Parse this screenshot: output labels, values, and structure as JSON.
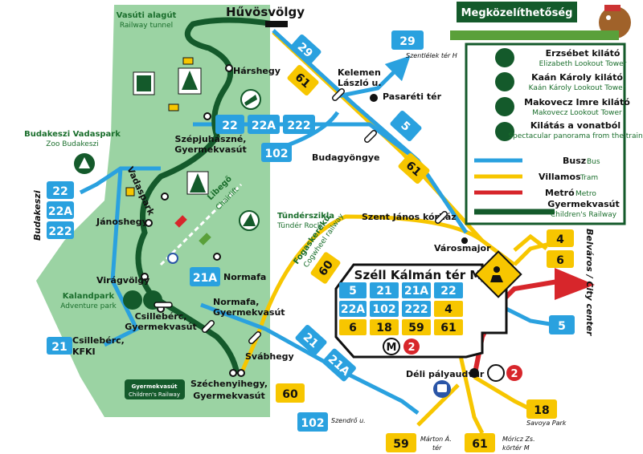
{
  "legend": {
    "title": "Megközelíthetőség",
    "items": [
      {
        "hu": "Erzsébet kilátó",
        "en": "Elizabeth Lookout Tower"
      },
      {
        "hu": "Kaán Károly kilátó",
        "en": "Kaán Károly Lookout Tower"
      },
      {
        "hu": "Makovecz Imre kilátó",
        "en": "Makovecz Lookout Tower"
      },
      {
        "hu": "Kilátás a vonatból",
        "en": "Spectacular panorama from the train"
      }
    ],
    "transport": [
      {
        "hu": "Busz",
        "en": "Bus"
      },
      {
        "hu": "Villamos",
        "en": "Tram"
      },
      {
        "hu": "Metró",
        "en": "Metro"
      },
      {
        "hu": "Gyermekvasút",
        "en": "Children's Railway"
      }
    ],
    "colors": {
      "bus": "#2aa1df",
      "tram": "#f7c600",
      "metro": "#d7262b",
      "railway": "#145a2b",
      "park": "#9bd3a3"
    }
  },
  "stations": {
    "huvosvolgy": "Hűvösvölgy",
    "vasuti_alagut": "Vasúti alagút",
    "railway_tunnel": "Railway tunnel",
    "harshegy": "Hárshegy",
    "szepjuhaszne": "Szépjuhászné,",
    "gyermekvasut": "Gyermekvasút",
    "vadaspark": "Vadaspark",
    "janoshegy": "Jánoshegy",
    "viragvolgy": "Virágvölgy",
    "csillebérc": "Csillebérc,",
    "csillebérc_gy": "Gyermekvasút",
    "normafa": "Normafa",
    "normafa2": "Normafa,",
    "normafa2b": "Gyermekvasút",
    "szechenyihegy": "Széchenyihegy,",
    "szechenyihegy_b": "Gyermekvasút",
    "svabhegy": "Svábhegy",
    "budakeszi_vadaspark": "Budakeszi Vadaspark",
    "zoo_budakeszi": "Zoo Budakeszi",
    "kalandpark": "Kalandpark",
    "adventure_park": "Adventure park",
    "csillebérc_kfki": "Csillebérc,",
    "kfki": "KFKI",
    "libego": "Libegő",
    "chairlift": "Chairlift",
    "tunderszikla": "Tündérszikla",
    "tunder_rock": "Tündér Rock",
    "fogaskereku": "Fogaskerekű",
    "cogwheel": "Cogwheel railway",
    "kelemen": "Kelemen",
    "laszlo": "László u.",
    "pasareti": "Pasaréti tér",
    "budagyongye": "Budagyöngye",
    "szent_janos": "Szent János kórház",
    "varosmajor": "Városmajor",
    "szell": "Széll Kálmán tér M",
    "deli": "Déli pályaudvar M",
    "budakeszi": "Budakeszi",
    "belvaros": "Belváros / City center",
    "szentlelek": "Szentlélek tér H",
    "szendro": "Szendrő u.",
    "marton1": "Márton Á.",
    "marton2": "tér",
    "moricz1": "Móricz Zs.",
    "moricz2": "körtér M",
    "savoya": "Savoya Park",
    "gy_badge1": "Gyermekvasút",
    "gy_badge2": "Children's Railway"
  },
  "routes": {
    "r29a": "29",
    "r29b": "29",
    "r61a": "61",
    "r5a": "5",
    "r61b": "61",
    "r22": "22",
    "r22A": "22A",
    "r222": "222",
    "r102": "102",
    "bk22": "22",
    "bk22A": "22A",
    "bk222": "222",
    "r21A": "21A",
    "r21": "21",
    "r60": "60",
    "r60b": "60",
    "r21b": "21",
    "r21Ab": "21A",
    "r102b": "102",
    "r59": "59",
    "r61c": "61",
    "r18": "18",
    "r4": "4",
    "r6": "6",
    "r5b": "5",
    "hub": [
      "5",
      "21",
      "21A",
      "22",
      "22A",
      "102",
      "222",
      "4",
      "6",
      "18",
      "59",
      "61"
    ],
    "metro2a": "2",
    "metro2b": "2",
    "metroM": "M"
  }
}
